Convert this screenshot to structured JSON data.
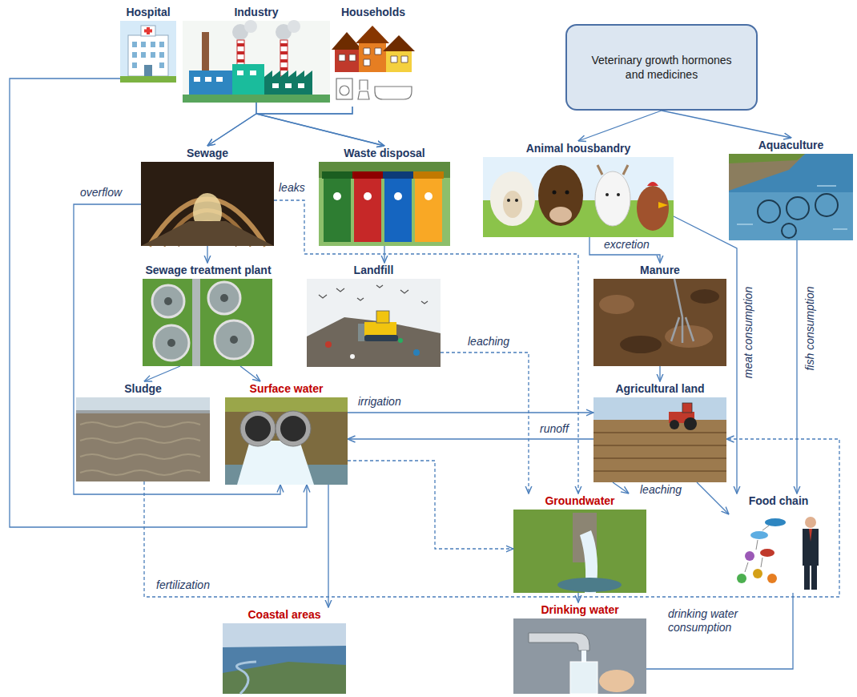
{
  "diagram": {
    "nodes": [
      {
        "text": [
          "Hospital"
        ]
      },
      {
        "text": [
          "Industry"
        ]
      },
      {
        "text": [
          "Households"
        ]
      },
      {
        "text": [
          "Veterinary growth hormones and medicines"
        ]
      },
      {
        "text": [
          "Sewage"
        ]
      },
      {
        "text": [
          "Waste disposal"
        ]
      },
      {
        "text": [
          "Animal housbandry"
        ]
      },
      {
        "text": [
          "Aquaculture"
        ]
      },
      {
        "text": [
          "Sewage treatment plant"
        ]
      },
      {
        "text": [
          "Landfill"
        ]
      },
      {
        "text": [
          "Manure"
        ]
      },
      {
        "text": [
          "Sludge"
        ]
      },
      {
        "text": [
          "Surface water"
        ]
      },
      {
        "text": [
          "Agricultural land"
        ]
      },
      {
        "text": [
          "Groundwater"
        ]
      },
      {
        "text": [
          "Food chain"
        ]
      },
      {
        "text": [
          "Coastal areas"
        ]
      },
      {
        "text": [
          "Drinking water"
        ]
      }
    ],
    "edges": [
      {
        "from": 0,
        "to": 12,
        "arrow": "to"
      },
      {
        "from": 1,
        "to": 4,
        "arrow": "to"
      },
      {
        "from": 2,
        "to": 4,
        "arrow": "to"
      },
      {
        "from": 1,
        "to": 5,
        "arrow": "to"
      },
      {
        "from": 2,
        "to": 5,
        "arrow": "to"
      },
      {
        "from": 3,
        "to": 6,
        "arrow": "to"
      },
      {
        "from": 3,
        "to": 7,
        "arrow": "to"
      },
      {
        "from": 4,
        "to": 8,
        "arrow": "to"
      },
      {
        "from": 4,
        "to": 12,
        "label": "overflow",
        "arrow": "to"
      },
      {
        "from": 4,
        "to": 14,
        "label": "leaks",
        "arrow": "to"
      },
      {
        "from": 5,
        "to": 9,
        "arrow": "to"
      },
      {
        "from": 9,
        "to": 14,
        "label": "leaching",
        "arrow": "to"
      },
      {
        "from": 6,
        "to": 10,
        "label": "excretion",
        "arrow": "to"
      },
      {
        "from": 6,
        "to": 15,
        "label": "meat consumption",
        "arrow": "to"
      },
      {
        "from": 7,
        "to": 15,
        "label": "fish consumption",
        "arrow": "to"
      },
      {
        "from": 10,
        "to": 13,
        "arrow": "to"
      },
      {
        "from": 8,
        "to": 11,
        "arrow": "to"
      },
      {
        "from": 8,
        "to": 12,
        "arrow": "to"
      },
      {
        "from": 12,
        "to": 13,
        "label": "irrigation",
        "arrow": "to"
      },
      {
        "from": 13,
        "to": 12,
        "label": "runoff",
        "arrow": "to"
      },
      {
        "from": 11,
        "to": 13,
        "label": "fertilization",
        "arrow": "to"
      },
      {
        "from": 12,
        "to": 16,
        "arrow": "to"
      },
      {
        "from": 12,
        "to": 14,
        "arrow": "to"
      },
      {
        "from": 13,
        "to": 14,
        "label": "leaching",
        "arrow": "to"
      },
      {
        "from": 13,
        "to": 15,
        "arrow": "to"
      },
      {
        "from": 14,
        "to": 17,
        "arrow": "to"
      },
      {
        "from": 17,
        "to": 15,
        "label": "drinking water consumption",
        "arrow": "none"
      }
    ]
  }
}
